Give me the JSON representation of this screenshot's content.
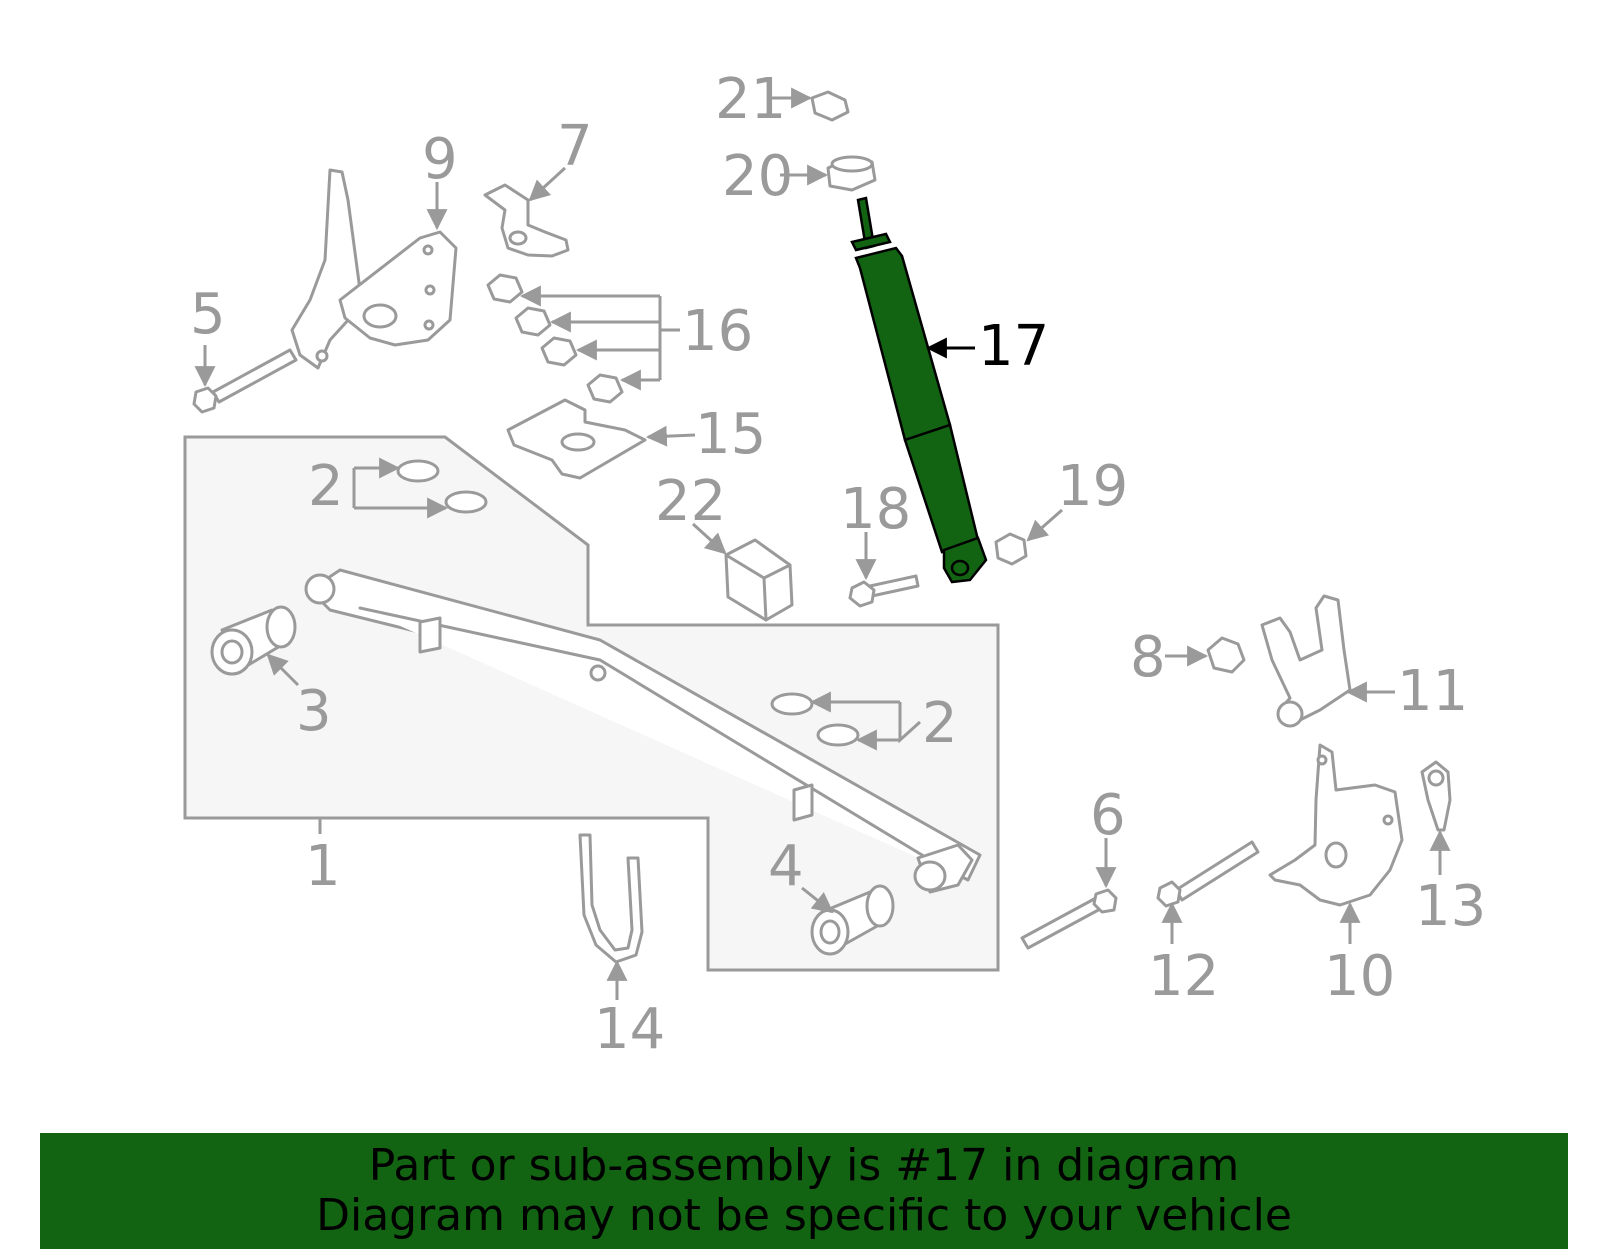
{
  "diagram": {
    "highlighted_part": "17",
    "highlight_color": "#126312",
    "callouts": {
      "c1": "1",
      "c2a": "2",
      "c2b": "2",
      "c3": "3",
      "c4": "4",
      "c5": "5",
      "c6": "6",
      "c7": "7",
      "c8": "8",
      "c9": "9",
      "c10": "10",
      "c11": "11",
      "c12": "12",
      "c13": "13",
      "c14": "14",
      "c15": "15",
      "c16": "16",
      "c17": "17",
      "c18": "18",
      "c19": "19",
      "c20": "20",
      "c21": "21",
      "c22": "22"
    }
  },
  "banner": {
    "line1": "Part or sub-assembly is #17 in diagram",
    "line2": "Diagram may not be specific to your vehicle",
    "background": "#126312"
  }
}
